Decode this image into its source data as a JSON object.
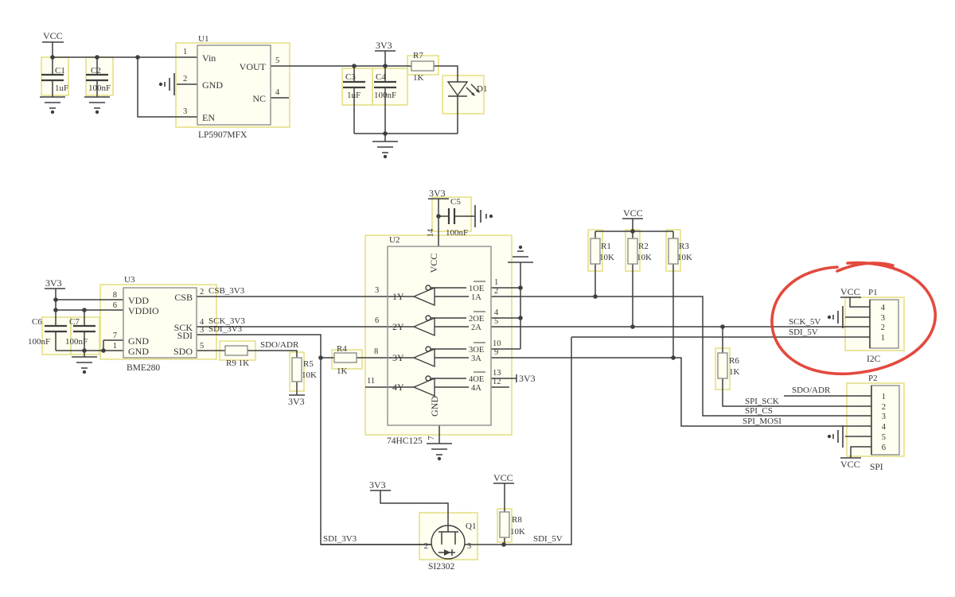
{
  "colors": {
    "wire": "#3f3f3f",
    "symbol_outline": "#8f8f8f",
    "highlight_box": "#e4e089",
    "annotation_red": "#e2392d"
  },
  "nets": {
    "vcc": "VCC",
    "v33": "3V3",
    "csb_3v3": "CSB_3V3",
    "sck_3v3": "SCK_3V3",
    "sdi_3v3": "SDI_3V3",
    "sdo_adr": "SDO/ADR",
    "sck_5v": "SCK_5V",
    "sdi_5v": "SDI_5V",
    "spi_sck": "SPI_SCK",
    "spi_cs": "SPI_CS",
    "spi_mosi": "SPI_MOSI"
  },
  "u1": {
    "ref": "U1",
    "part": "LP5907MFX",
    "vin": "Vin",
    "gnd": "GND",
    "en": "EN",
    "vout": "VOUT",
    "nc": "NC",
    "pin1": "1",
    "pin2": "2",
    "pin3": "3",
    "pin4": "4",
    "pin5": "5"
  },
  "u2": {
    "ref": "U2",
    "part": "74HC125",
    "vcc": "VCC",
    "gnd": "GND",
    "pin14": "14",
    "pin7": "7",
    "y": [
      "1Y",
      "2Y",
      "3Y",
      "4Y"
    ],
    "a": [
      "1A",
      "2A",
      "3A",
      "4A"
    ],
    "oe": [
      "1OE",
      "2OE",
      "3OE",
      "4OE"
    ],
    "ypins": [
      "3",
      "6",
      "8",
      "11"
    ],
    "apins": [
      "2",
      "5",
      "9",
      "12"
    ],
    "oepins": [
      "1",
      "4",
      "10",
      "13"
    ]
  },
  "u3": {
    "ref": "U3",
    "part": "BME280",
    "vdd": "VDD",
    "vddio": "VDDIO",
    "gnd": "GND",
    "csb": "CSB",
    "sck": "SCK",
    "sdi": "SDI",
    "sdo": "SDO",
    "pin_vdd": "8",
    "pin_vddio": "6",
    "pin_gnd1": "7",
    "pin_gnd2": "1",
    "pin_csb": "2",
    "pin_sck": "4",
    "pin_sdi": "3",
    "pin_sdo": "5"
  },
  "q1": {
    "ref": "Q1",
    "part": "SI2302",
    "pin2": "2",
    "pin3": "3"
  },
  "d1": {
    "ref": "D1"
  },
  "c1": {
    "ref": "C1",
    "val": "1uF"
  },
  "c2": {
    "ref": "C2",
    "val": "100nF"
  },
  "c3": {
    "ref": "C3",
    "val": "1uF"
  },
  "c4": {
    "ref": "C4",
    "val": "100nF"
  },
  "c5": {
    "ref": "C5",
    "val": "100nF"
  },
  "c6": {
    "ref": "C6",
    "val": "100nF"
  },
  "c7": {
    "ref": "C7",
    "val": "100nF"
  },
  "r1": {
    "ref": "R1",
    "val": "10K"
  },
  "r2": {
    "ref": "R2",
    "val": "10K"
  },
  "r3": {
    "ref": "R3",
    "val": "10K"
  },
  "r4": {
    "ref": "R4",
    "val": "1K"
  },
  "r5": {
    "ref": "R5",
    "val": "10K"
  },
  "r6": {
    "ref": "R6",
    "val": "1K"
  },
  "r7": {
    "ref": "R7",
    "val": "1K"
  },
  "r8": {
    "ref": "R8",
    "val": "10K"
  },
  "r9": {
    "label": "R9 1K"
  },
  "p1": {
    "ref": "P1",
    "name": "I2C",
    "pins": [
      "4",
      "3",
      "2",
      "1"
    ]
  },
  "p2": {
    "ref": "P2",
    "name": "SPI",
    "pins": [
      "1",
      "2",
      "3",
      "4",
      "5",
      "6"
    ]
  }
}
